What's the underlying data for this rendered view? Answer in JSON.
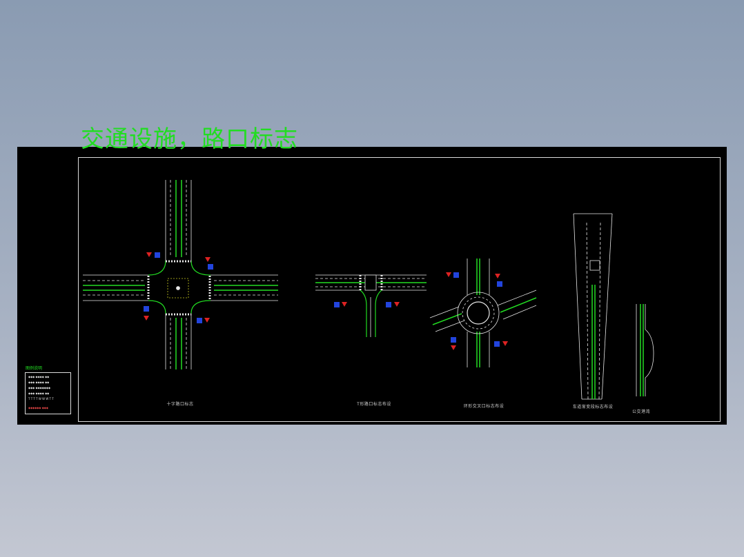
{
  "title": "交通设施，路口标志",
  "legend": {
    "title": "图例说明",
    "rows": [
      "◆◆◆ ◆◆◆◆ ◆◆",
      "◆◆◆ ◆◆◆◆ ◆◆",
      "◆◆◆ ◆◆◆◆◆◆◆",
      "◆◆◆ ◆◆◆◆ ◆◆",
      "T T T T  W W W  T T",
      "◆◆◆◆◆◆ ◆◆◆"
    ]
  },
  "drawings": [
    {
      "caption": "十字路口标志"
    },
    {
      "caption": "T形路口标志布设"
    },
    {
      "caption": "环形交叉口标志布设"
    },
    {
      "caption": "车道渐变段标志布设"
    },
    {
      "caption": "公交港湾"
    }
  ],
  "colors": {
    "lane": "#22dd22",
    "line": "#e8e8e8",
    "sign_warn": "#dd2222",
    "sign_info": "#2244dd"
  }
}
